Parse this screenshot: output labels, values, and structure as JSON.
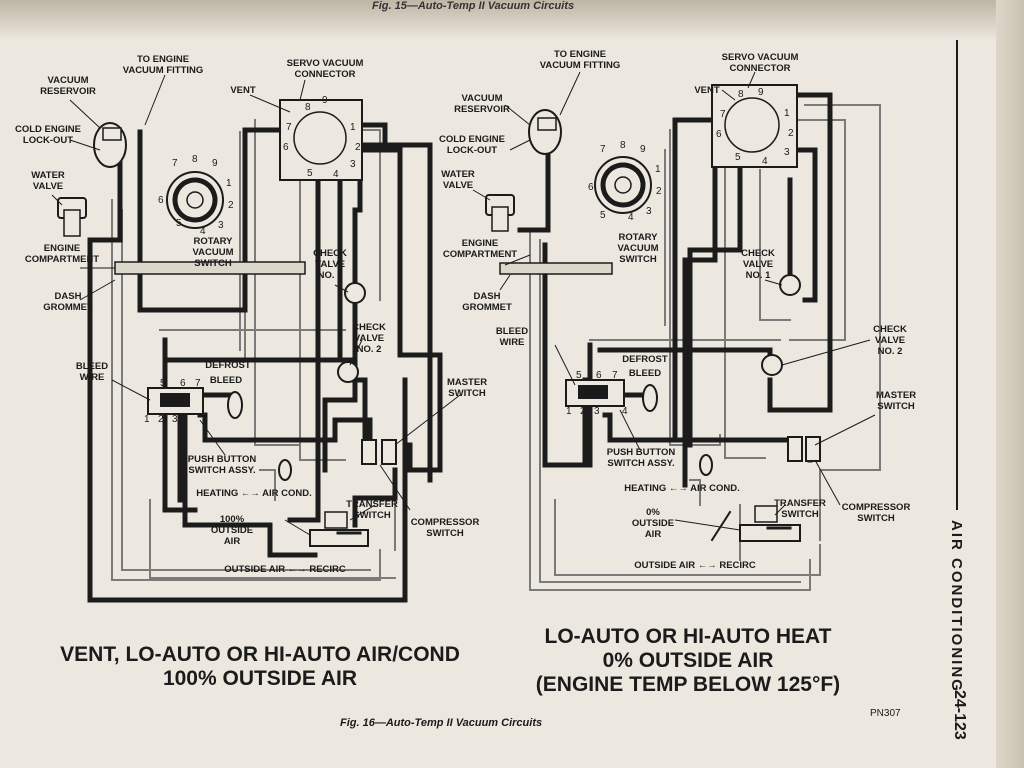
{
  "header_strip": "Fig. 15—Auto-Temp II Vacuum Circuits",
  "left_diagram": {
    "labels": {
      "to_engine": [
        "TO ENGINE",
        "VACUUM FITTING"
      ],
      "servo": [
        "SERVO VACUUM",
        "CONNECTOR"
      ],
      "vacuum_reservoir": [
        "VACUUM",
        "RESERVOIR"
      ],
      "vent": "VENT",
      "cold_engine": [
        "COLD ENGINE",
        "LOCK-OUT"
      ],
      "water_valve": [
        "WATER",
        "VALVE"
      ],
      "rotary": [
        "ROTARY",
        "VACUUM",
        "SWITCH"
      ],
      "engine_compartment": [
        "ENGINE",
        "COMPARTMENT"
      ],
      "dash_grommet": [
        "DASH",
        "GROMMET"
      ],
      "check_valve_1": [
        "CHECK",
        "VALVE",
        "NO. 1"
      ],
      "check_valve_2": [
        "CHECK",
        "VALVE",
        "NO. 2"
      ],
      "bleed_wire": [
        "BLEED",
        "WIRE"
      ],
      "defrost": "DEFROST",
      "bleed": "BLEED",
      "master_switch": [
        "MASTER",
        "SWITCH"
      ],
      "push_button": [
        "PUSH BUTTON",
        "SWITCH ASSY."
      ],
      "heating_ac": "HEATING ←→ AIR COND.",
      "transfer_switch": [
        "TRANSFER",
        "SWITCH"
      ],
      "outside_air_pct": [
        "100%",
        "OUTSIDE",
        "AIR"
      ],
      "compressor_switch": [
        "COMPRESSOR",
        "SWITCH"
      ],
      "outside_recirc": "OUTSIDE AIR ←→ RECIRC"
    },
    "caption": [
      "VENT, LO-AUTO OR HI-AUTO AIR/COND",
      "100% OUTSIDE AIR"
    ]
  },
  "right_diagram": {
    "labels": {
      "to_engine": [
        "TO ENGINE",
        "VACUUM FITTING"
      ],
      "servo": [
        "SERVO VACUUM",
        "CONNECTOR"
      ],
      "vacuum_reservoir": [
        "VACUUM",
        "RESERVOIR"
      ],
      "vent": "VENT",
      "cold_engine": [
        "COLD ENGINE",
        "LOCK-OUT"
      ],
      "water_valve": [
        "WATER",
        "VALVE"
      ],
      "rotary": [
        "ROTARY",
        "VACUUM",
        "SWITCH"
      ],
      "engine_compartment": [
        "ENGINE",
        "COMPARTMENT"
      ],
      "dash_grommet": [
        "DASH",
        "GROMMET"
      ],
      "check_valve_1": [
        "CHECK",
        "VALVE",
        "NO. 1"
      ],
      "check_valve_2": [
        "CHECK",
        "VALVE",
        "NO. 2"
      ],
      "bleed_wire": [
        "BLEED",
        "WIRE"
      ],
      "defrost": "DEFROST",
      "bleed": "BLEED",
      "master_switch": [
        "MASTER",
        "SWITCH"
      ],
      "push_button": [
        "PUSH BUTTON",
        "SWITCH ASSY."
      ],
      "heating_ac": "HEATING ←→ AIR COND.",
      "transfer_switch": [
        "TRANSFER",
        "SWITCH"
      ],
      "outside_air_pct": [
        "0%",
        "OUTSIDE",
        "AIR"
      ],
      "compressor_switch": [
        "COMPRESSOR",
        "SWITCH"
      ],
      "outside_recirc": "OUTSIDE AIR ←→ RECIRC"
    },
    "caption": [
      "LO-AUTO OR HI-AUTO HEAT",
      "0% OUTSIDE AIR",
      "(ENGINE TEMP BELOW 125°F)"
    ]
  },
  "rotary_numbers": [
    "7",
    "8",
    "9",
    "1",
    "2",
    "3",
    "4",
    "5",
    "6"
  ],
  "servo_numbers": [
    "8",
    "9",
    "7",
    "1",
    "2",
    "6",
    "3",
    "4",
    "5"
  ],
  "pushbutton_top_numbers": [
    "5",
    "6",
    "7"
  ],
  "pushbutton_bottom_numbers": [
    "1",
    "2",
    "3",
    "4"
  ],
  "figure_caption": "Fig. 16—Auto-Temp II Vacuum Circuits",
  "pn": "PN307",
  "section_title": "AIR CONDITIONING",
  "page_number": "24-123",
  "colors": {
    "paper": "#ece8df",
    "ink": "#1b1b1b",
    "hose_light": "#7a7a7a"
  }
}
